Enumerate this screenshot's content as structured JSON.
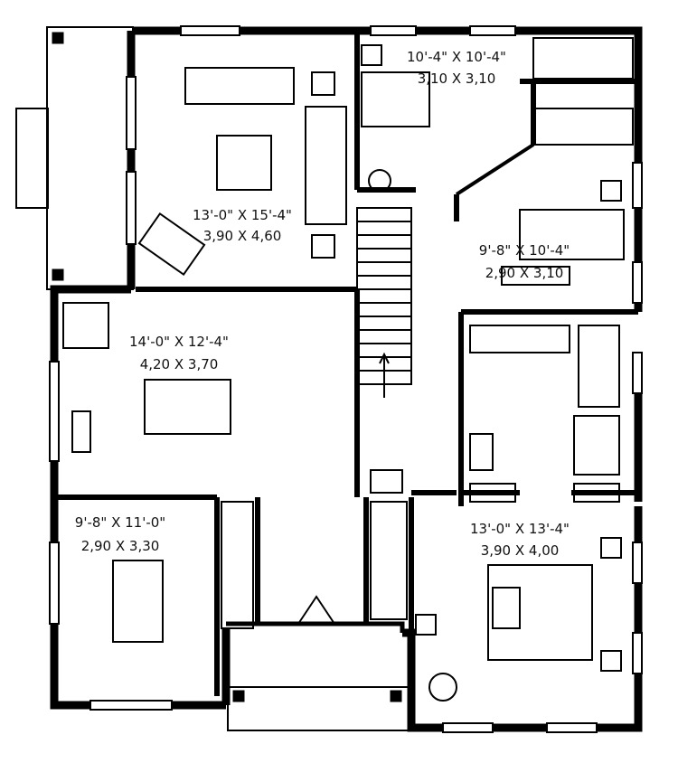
{
  "plan": {
    "rooms": [
      {
        "id": "living",
        "imperial": "13'-0\" X 15'-4\"",
        "metric": "3,90 X 4,60"
      },
      {
        "id": "bedroom-2",
        "imperial": "10'-4\" X 10'-4\"",
        "metric": "3,10 X 3,10"
      },
      {
        "id": "bedroom-3",
        "imperial": "9'-8\" X 10'-4\"",
        "metric": "2,90 X 3,10"
      },
      {
        "id": "kitchen",
        "imperial": "14'-0\" X 12'-4\"",
        "metric": "4,20 X 3,70"
      },
      {
        "id": "dining",
        "imperial": "9'-8\" X 11'-0\"",
        "metric": "2,90 X 3,30"
      },
      {
        "id": "master-bedroom",
        "imperial": "13'-0\" X 13'-4\"",
        "metric": "3,90 X 4,00"
      }
    ]
  }
}
